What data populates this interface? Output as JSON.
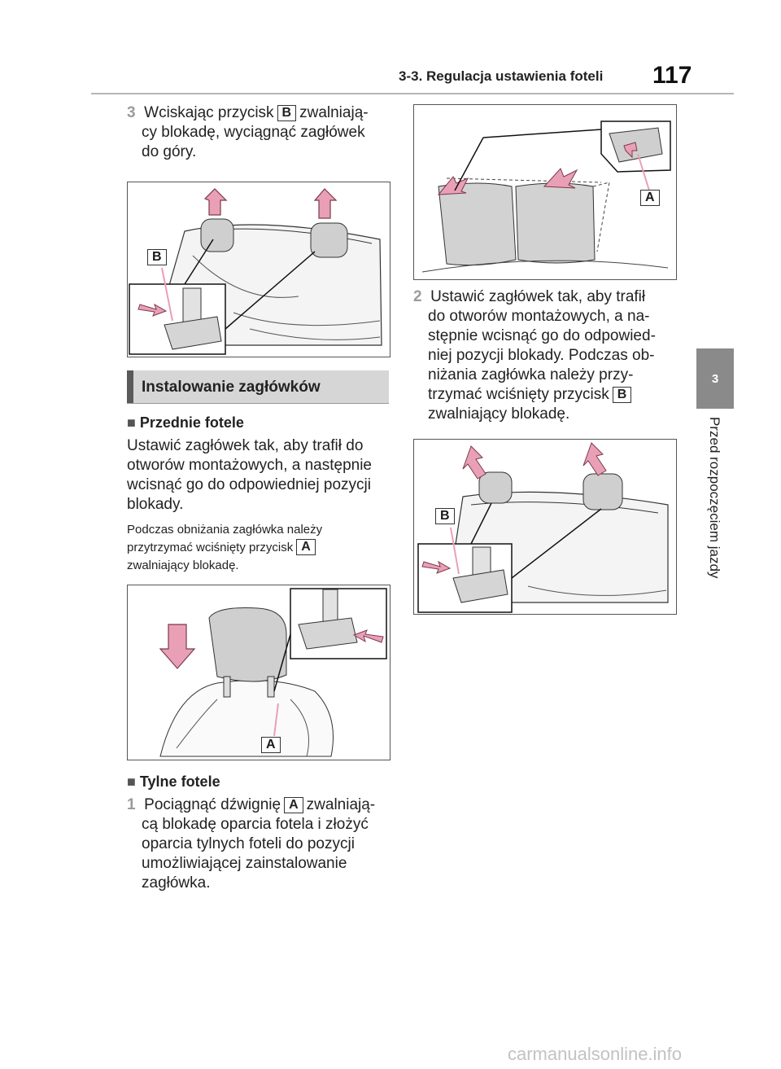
{
  "header": {
    "section_title": "3-3. Regulacja ustawienia foteli",
    "page_number": "117"
  },
  "side": {
    "chapter_number": "3",
    "chapter_title": "Przed rozpoczęciem jazdy"
  },
  "left_column": {
    "step3": {
      "number": "3",
      "line1_a": "Wciskając przycisk",
      "key": "B",
      "line1_b": "zwalniają-",
      "line2": "cy blokadę, wyciągnąć zagłówek",
      "line3": "do góry."
    },
    "fig1": {
      "label_b": "B"
    },
    "section_heading": "Instalowanie zagłówków",
    "front": {
      "heading": "Przednie fotele",
      "p1": "Ustawić zagłówek tak, aby trafił do",
      "p2": "otworów montażowych, a następnie",
      "p3": "wcisnąć go do odpowiedniej pozycji",
      "p4": "blokady.",
      "note1": "Podczas obniżania zagłówka należy",
      "note2": "przytrzymać wciśnięty przycisk",
      "note_key": "A",
      "note3": "zwalniający blokadę."
    },
    "fig2": {
      "label_a": "A"
    },
    "rear": {
      "heading": "Tylne fotele",
      "step1_number": "1",
      "s1_a": "Pociągnąć dźwignię",
      "s1_key": "A",
      "s1_b": "zwalniają-",
      "s1_l2": "cą blokadę oparcia fotela i złożyć",
      "s1_l3": "oparcia tylnych foteli do pozycji",
      "s1_l4": "umożliwiającej zainstalowanie",
      "s1_l5": "zagłówka."
    }
  },
  "right_column": {
    "fig3": {
      "label_a": "A"
    },
    "step2": {
      "number": "2",
      "l1": "Ustawić zagłówek tak, aby trafił",
      "l2": "do otworów montażowych, a na-",
      "l3": "stępnie wcisnąć go do odpowied-",
      "l4": "niej pozycji blokady. Podczas ob-",
      "l5": "niżania zagłówka należy przy-",
      "l6_a": "trzymać wciśnięty przycisk",
      "l6_key": "B",
      "l7": "zwalniający blokadę."
    },
    "fig4": {
      "label_b": "B"
    }
  },
  "watermark": "carmanualsonline.info",
  "colors": {
    "arrow_pink": "#e9a0b6",
    "arrow_edge": "#7a3a4e",
    "seat_gray": "#c9c9c9",
    "tab_gray": "#8a8a8a"
  }
}
